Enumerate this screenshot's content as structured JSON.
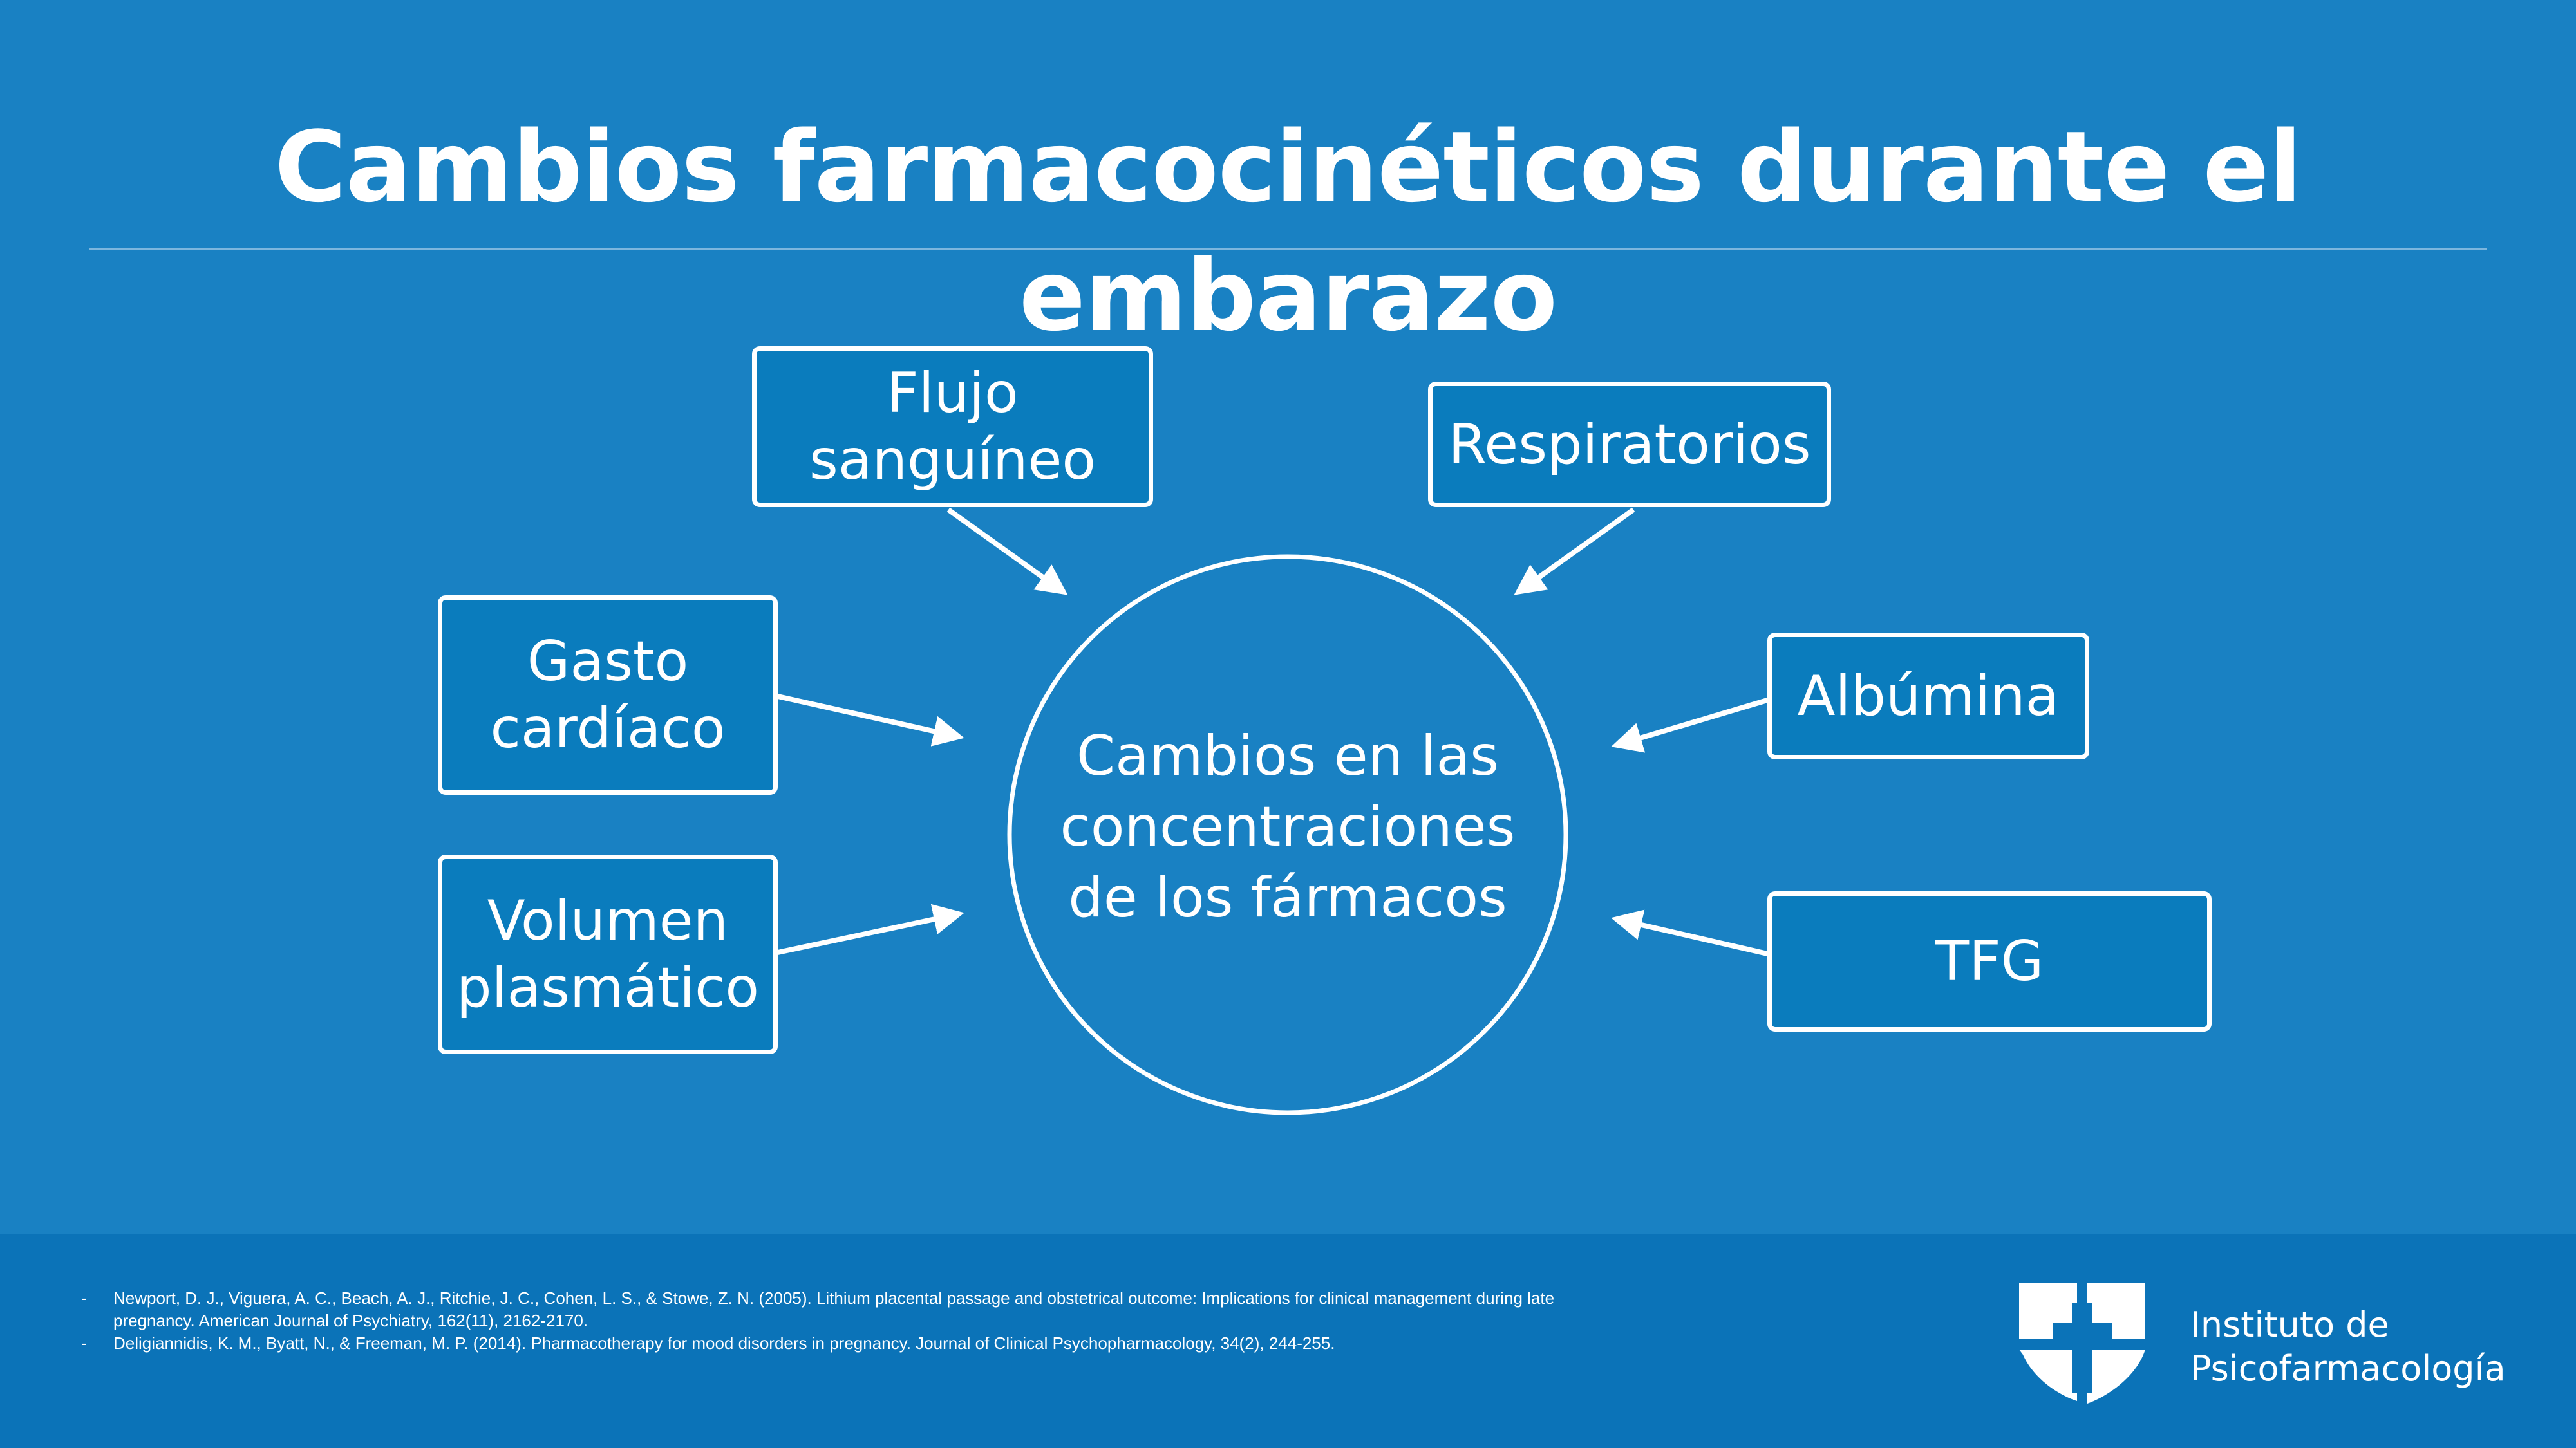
{
  "title": "Cambios farmacocinéticos durante el embarazo",
  "diagram": {
    "center": "Cambios en las\nconcentraciones\nde los fármacos",
    "nodes": {
      "flujo": "Flujo\nsanguíneo",
      "respiratorios": "Respiratorios",
      "gasto": "Gasto\ncardíaco",
      "albumina": "Albúmina",
      "volumen": "Volumen\nplasmático",
      "tfg": "TFG"
    }
  },
  "references": [
    "Newport, D. J., Viguera, A. C., Beach, A. J., Ritchie, J. C., Cohen, L. S., & Stowe, Z. N. (2005). Lithium placental passage and obstetrical outcome: Implications for clinical management during late pregnancy. American Journal of Psychiatry, 162(11), 2162-2170.",
    "Deligiannidis, K. M., Byatt, N., & Freeman, M. P. (2014). Pharmacotherapy for mood disorders in pregnancy. Journal of Clinical Psychopharmacology, 34(2), 244-255."
  ],
  "logo": {
    "text": "Instituto de\nPsicofarmacología"
  },
  "colors": {
    "background": "#1981c3",
    "box": "#0a7cbd",
    "footer": "#0b73b8",
    "line": "#ffffff"
  }
}
